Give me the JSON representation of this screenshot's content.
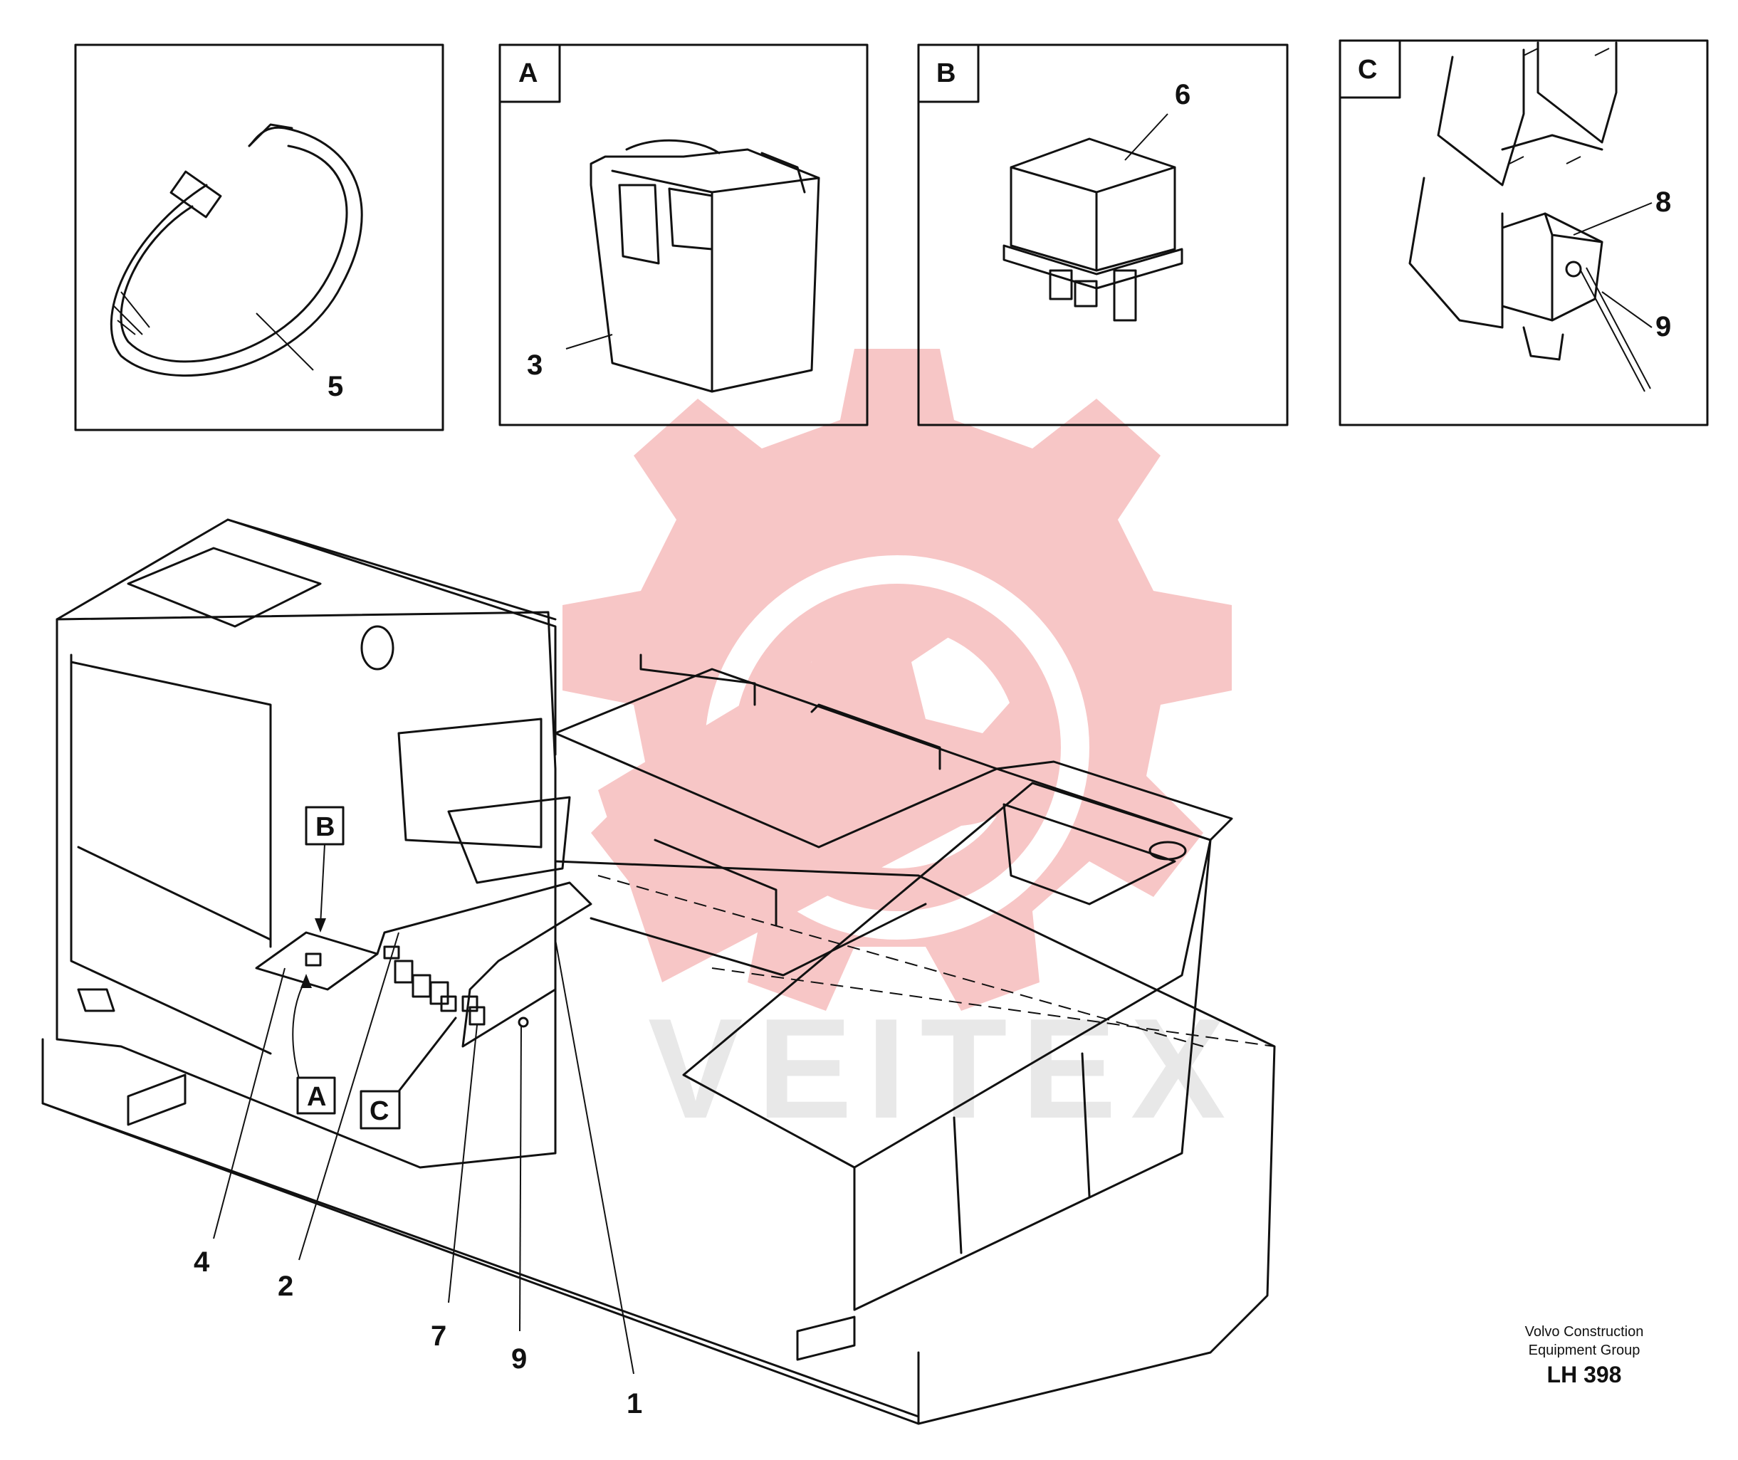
{
  "panels": [
    {
      "id": "none",
      "letter": "",
      "part": "5"
    },
    {
      "id": "A",
      "letter": "A",
      "part": "3"
    },
    {
      "id": "B",
      "letter": "B",
      "part": "6"
    },
    {
      "id": "C",
      "letter": "C",
      "parts": [
        "8",
        "9"
      ]
    }
  ],
  "main_callouts": {
    "B": "B",
    "A": "A",
    "C": "C",
    "n4": "4",
    "n2": "2",
    "n7": "7",
    "n9": "9",
    "n1": "1"
  },
  "footer": {
    "line1": "Volvo Construction",
    "line2": "Equipment Group",
    "code": "LH 398"
  },
  "watermark": {
    "color": "#f5c0c0",
    "text_color": "#e6e6e6"
  }
}
